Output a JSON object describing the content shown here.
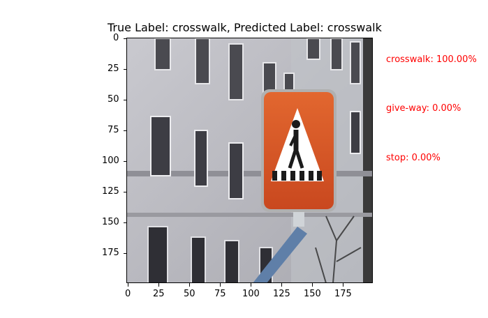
{
  "figure": {
    "title": "True Label: crosswalk, Predicted Label: crosswalk",
    "x_ticks": [
      "0",
      "25",
      "50",
      "75",
      "100",
      "125",
      "150",
      "175"
    ],
    "y_ticks": [
      "0",
      "25",
      "50",
      "75",
      "100",
      "125",
      "150",
      "175"
    ],
    "image_subject": "orange crosswalk sign in front of building",
    "probabilities": [
      {
        "label": "crosswalk: 100.00%"
      },
      {
        "label": "give-way: 0.00%"
      },
      {
        "label": "stop: 0.00%"
      }
    ],
    "text_color": "#ff0000"
  }
}
